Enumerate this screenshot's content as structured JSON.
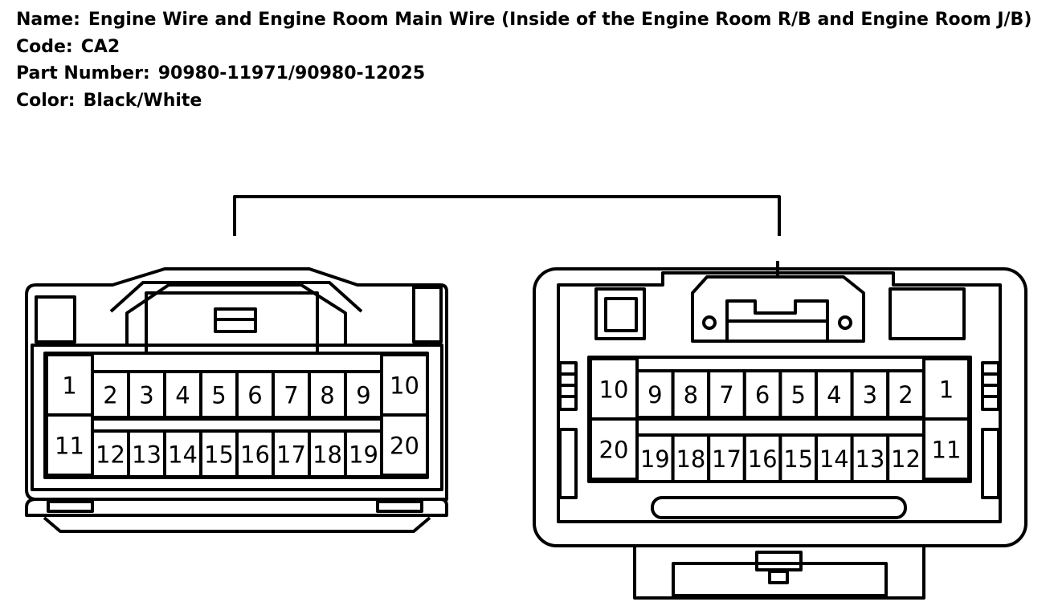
{
  "info": {
    "name_label": "Name:",
    "name_value": "Engine Wire and Engine Room Main Wire (Inside of the Engine Room R/B and Engine Room J/B)",
    "code_label": "Code:",
    "code_value": "CA2",
    "part_label": "Part Number:",
    "part_value": "90980-11971/90980-12025",
    "color_label": "Color:",
    "color_value": "Black/White"
  },
  "connectors": {
    "left": {
      "big_pins": [
        "1",
        "11",
        "10",
        "20"
      ],
      "top_row": [
        "2",
        "3",
        "4",
        "5",
        "6",
        "7",
        "8",
        "9"
      ],
      "bottom_row": [
        "12",
        "13",
        "14",
        "15",
        "16",
        "17",
        "18",
        "19"
      ]
    },
    "right": {
      "big_pins": [
        "10",
        "20",
        "1",
        "11"
      ],
      "top_row": [
        "9",
        "8",
        "7",
        "6",
        "5",
        "4",
        "3",
        "2"
      ],
      "bottom_row": [
        "19",
        "18",
        "17",
        "16",
        "15",
        "14",
        "13",
        "12"
      ]
    }
  },
  "colors": {
    "line": "#000000",
    "background": "#ffffff"
  }
}
